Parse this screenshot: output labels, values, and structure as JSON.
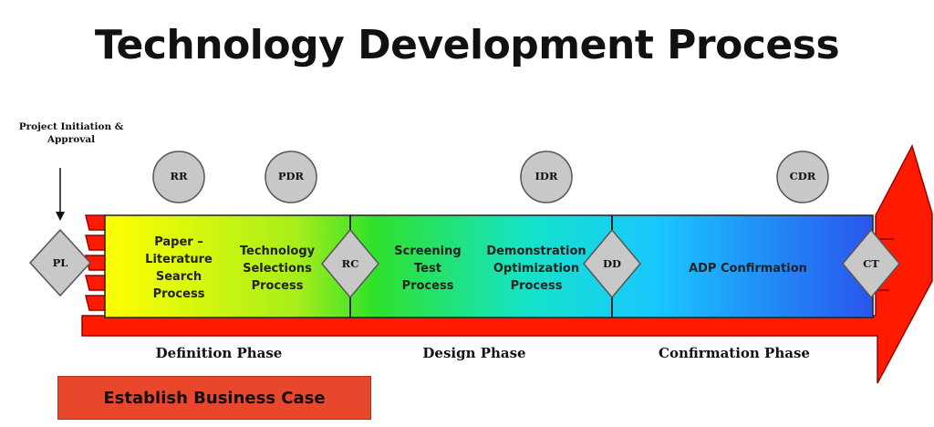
{
  "title": "Technology Development Process",
  "initiation_label": "Project Initiation & Approval",
  "milestones": {
    "pl": "PL",
    "rc": "RC",
    "dd": "DD",
    "ct": "CT"
  },
  "reviews": {
    "rr": "RR",
    "pdr": "PDR",
    "idr": "IDR",
    "cdr": "CDR"
  },
  "steps": {
    "paper": "Paper – Literature Search Process",
    "tech_selection": "Technology Selections Process",
    "screening": "Screening Test Process",
    "demonstration": "Demonstration Optimization Process",
    "adp": "ADP Confirmation"
  },
  "phases": {
    "definition": "Definition Phase",
    "design": "Design Phase",
    "confirmation": "Confirmation Phase"
  },
  "business_case": "Establish Business Case",
  "colors": {
    "arrow_red": "#ff1a00",
    "milestone_gray": "#c8c8c8",
    "business_box": "#e8472c"
  }
}
